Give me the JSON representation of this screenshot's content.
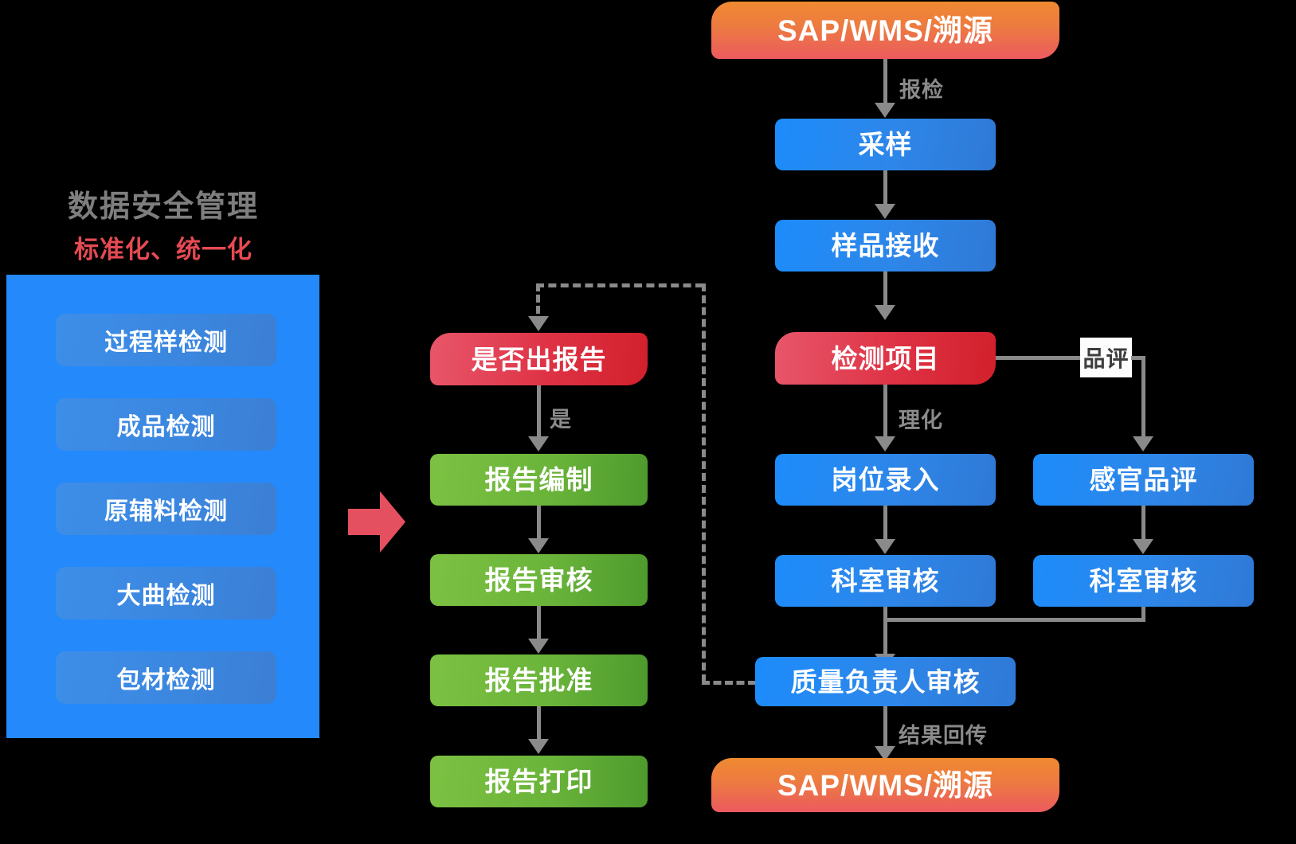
{
  "headings": {
    "main": "数据安全管理",
    "sub": "标准化、统一化"
  },
  "left_panel": {
    "background_color": "#2489fb",
    "items": [
      {
        "label": "过程样检测"
      },
      {
        "label": "成品检测"
      },
      {
        "label": "原辅料检测"
      },
      {
        "label": "大曲检测"
      },
      {
        "label": "包材检测"
      }
    ]
  },
  "report_column": {
    "decision": {
      "label": "是否出报告",
      "color": "#d8232e"
    },
    "steps": [
      {
        "label": "报告编制",
        "color": "#6ab43a"
      },
      {
        "label": "报告审核",
        "color": "#6ab43a"
      },
      {
        "label": "报告批准",
        "color": "#6ab43a"
      },
      {
        "label": "报告打印",
        "color": "#6ab43a"
      }
    ],
    "edge_labels": {
      "yes": "是"
    }
  },
  "main_column": {
    "source": {
      "label": "SAP/WMS/溯源",
      "color": "#ee8234"
    },
    "sampling": {
      "label": "采样",
      "color": "#1c8cfb"
    },
    "sample_receive": {
      "label": "样品接收",
      "color": "#1c8cfb"
    },
    "test_items": {
      "label": "检测项目",
      "color": "#d8232e"
    },
    "post_entry": {
      "label": "岗位录入",
      "color": "#1c8cfb"
    },
    "dept_review": {
      "label": "科室审核",
      "color": "#1c8cfb"
    },
    "quality_review": {
      "label": "质量负责人审核",
      "color": "#1c8cfb"
    },
    "result_return": {
      "label": "SAP/WMS/溯源",
      "color": "#ee8234"
    },
    "edge_labels": {
      "inspection_request": "报检",
      "physicochemical": "理化",
      "result_feedback": "结果回传"
    }
  },
  "sensory_branch": {
    "branch_label": "品评",
    "sensory_eval": {
      "label": "感官品评",
      "color": "#1c8cfb"
    },
    "dept_review": {
      "label": "科室审核",
      "color": "#1c8cfb"
    }
  },
  "icons": {
    "flow-arrow": "big-red-arrow",
    "red_arrow_color": "#e4505f"
  }
}
